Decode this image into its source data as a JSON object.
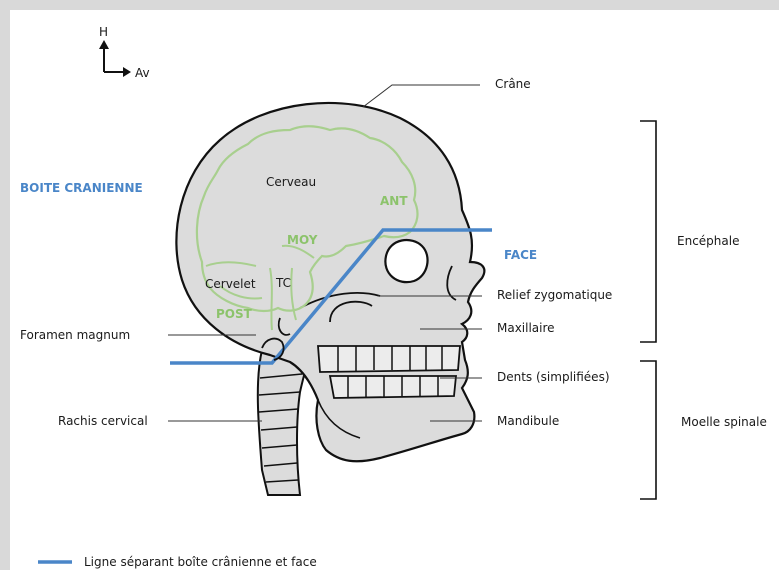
{
  "orientation": {
    "up": "H",
    "forward": "Av"
  },
  "labels": {
    "crane": "Crâne",
    "cerveau": "Cerveau",
    "ant": "ANT",
    "moy": "MOY",
    "post": "POST",
    "cervelet": "Cervelet",
    "tc": "TC",
    "boite_cranienne": "BOITE CRANIENNE",
    "face": "FACE",
    "relief_zygomatique": "Relief zygomatique",
    "maxillaire": "Maxillaire",
    "dents": "Dents (simplifiées)",
    "mandibule": "Mandibule",
    "foramen_magnum": "Foramen magnum",
    "rachis_cervical": "Rachis cervical",
    "encephale": "Encéphale",
    "moelle_spinale": "Moelle spinale"
  },
  "legend": {
    "line_label": "Ligne séparant boîte crânienne et face"
  },
  "colors": {
    "blue_line": "#4a86c8",
    "brain_green": "#a8cf8e",
    "skull_fill": "#dcdcdc",
    "outline": "#111111"
  }
}
